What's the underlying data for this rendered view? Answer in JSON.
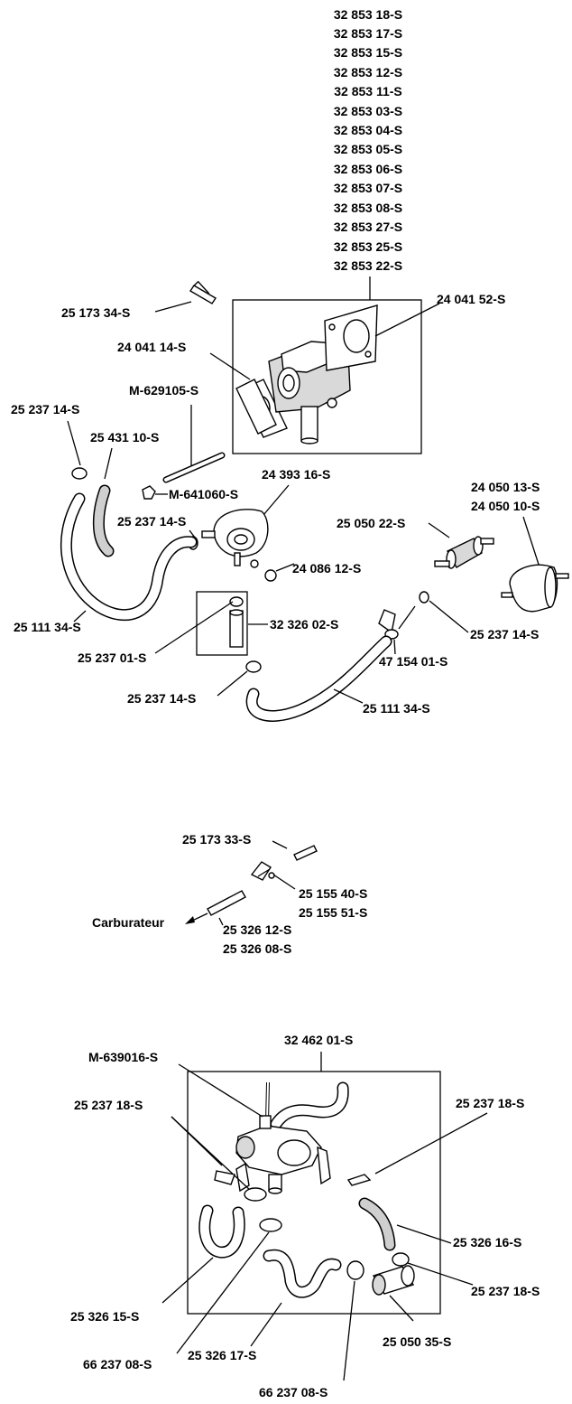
{
  "carb_kit_numbers": [
    "32 853 18-S",
    "32 853 17-S",
    "32 853 15-S",
    "32 853 12-S",
    "32 853 11-S",
    "32 853 03-S",
    "32 853 04-S",
    "32 853 05-S",
    "32 853 06-S",
    "32 853 07-S",
    "32 853 08-S",
    "32 853 27-S",
    "32 853 25-S",
    "32 853 22-S"
  ],
  "section1": {
    "pin_top": "25 173 34-S",
    "gasket_right": "24 041 52-S",
    "gasket_left": "24 041 14-S",
    "stud": "M-629105-S",
    "clamp_left": "25 237 14-S",
    "hose_ribbed": "25 431 10-S",
    "nut": "M-641060-S",
    "fuel_pump": "24 393 16-S",
    "clamp_pump": "25 237 14-S",
    "filter_top_1": "24 050 13-S",
    "filter_top_2": "24 050 10-S",
    "filter_small": "25 050 22-S",
    "screw": "24 086 12-S",
    "hose_left": "25 111 34-S",
    "inline_filter": "32 326 02-S",
    "clamp_filter": "25 237 01-S",
    "clamp_right": "25 237 14-S",
    "bracket": "47 154 01-S",
    "clamp_bottom": "25 237 14-S",
    "hose_bottom": "25 111 34-S"
  },
  "section2": {
    "pin": "25 173 33-S",
    "clip_1": "25 155 40-S",
    "clip_2": "25 155 51-S",
    "carburateur": "Carburateur",
    "tube_1": "25 326 12-S",
    "tube_2": "25 326  08-S"
  },
  "section3": {
    "kit": "32 462 01-S",
    "valve_screw": "M-639016-S",
    "clamp_tl": "25 237 18-S",
    "clamp_tr": "25 237 18-S",
    "hose_r": "25 326 16-S",
    "clamp_r": "25 237 18-S",
    "hose_l": "25 326 15-S",
    "filter": "25 050 35-S",
    "clamp_bl": "66 237 08-S",
    "hose_m": "25 326 17-S",
    "clamp_bm": "66 237 08-S"
  }
}
